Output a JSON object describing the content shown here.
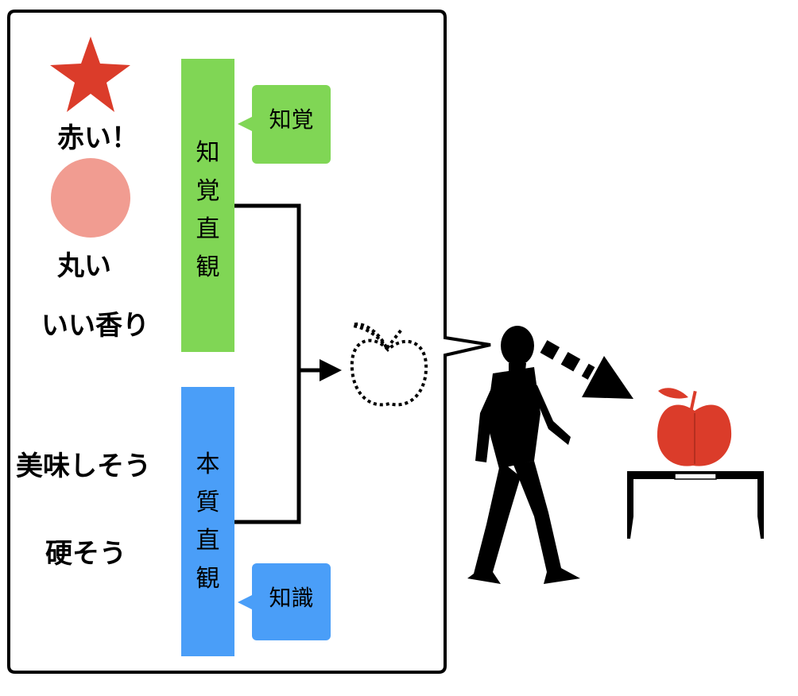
{
  "labels": {
    "red": "赤い！",
    "round": "丸い",
    "smell": "いい香り",
    "tasty": "美味しそう",
    "hard": "硬そう"
  },
  "bars": {
    "perceptual": {
      "chars": [
        "知",
        "覚",
        "直",
        "観"
      ],
      "color": "#80d655"
    },
    "essential": {
      "chars": [
        "本",
        "質",
        "直",
        "観"
      ],
      "color": "#4a9ef8"
    }
  },
  "bubbles": {
    "perception": {
      "text": "知覚",
      "color": "#80d655"
    },
    "knowledge": {
      "text": "知識",
      "color": "#4a9ef8"
    }
  },
  "colors": {
    "star": "#db3c2a",
    "circle": "#f19c91",
    "apple": "#db3c2a",
    "outline": "#000000"
  },
  "icons": [
    "star-icon",
    "circle-icon",
    "dotted-apple-icon",
    "walking-person-icon",
    "apple-icon",
    "table-icon",
    "dashed-arrow-icon"
  ]
}
